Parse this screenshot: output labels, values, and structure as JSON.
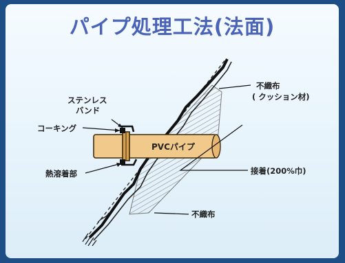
{
  "title": "パイプ処理工法(法面)",
  "labels": {
    "stainless_band_line1": "ステンレス",
    "stainless_band_line2": "バンド",
    "caulking": "コーキング",
    "heat_weld": "熱溶着部",
    "pipe": "PVCパイプ",
    "nonwoven_top_line1": "不織布",
    "nonwoven_top_line2": "( クッション材)",
    "adhesive": "接着(200%巾)",
    "nonwoven_bottom": "不織布"
  },
  "colors": {
    "frame": "#1d4f86",
    "panel": "#eef7fd",
    "title": "#4a63b7",
    "pipe": "#f1c98a",
    "pipe_stroke": "#3a2a10",
    "liner": "#111111",
    "hatch": "#9a9a9a"
  }
}
